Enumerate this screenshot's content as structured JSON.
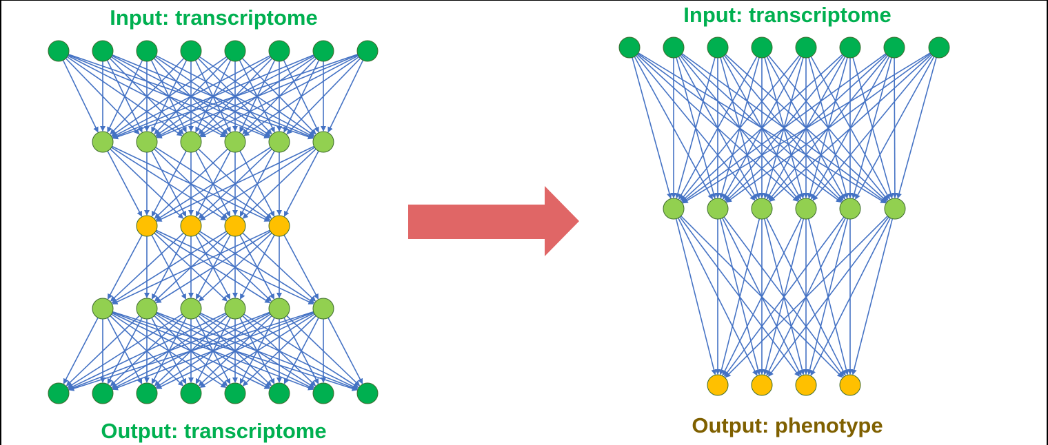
{
  "colors": {
    "edge": "#4472C4",
    "input_node": "#00B050",
    "hidden_node": "#92D050",
    "bottleneck_node": "#FFC000",
    "output_node": "#00B050",
    "green_label": "#00B050",
    "brown_label": "#7F6000",
    "arrow": "#E06666"
  },
  "left_network": {
    "input_label": "Input: transcriptome",
    "output_label": "Output: transcriptome",
    "layer_sizes": [
      8,
      6,
      4,
      6,
      8
    ],
    "layer_colors": [
      "input_node",
      "hidden_node",
      "bottleneck_node",
      "hidden_node",
      "output_node"
    ]
  },
  "right_network": {
    "input_label": "Input: transcriptome",
    "output_label": "Output: phenotype",
    "layer_sizes": [
      8,
      6,
      4
    ],
    "layer_colors": [
      "input_node",
      "hidden_node",
      "bottleneck_node"
    ]
  },
  "arrow": {
    "direction": "right"
  }
}
